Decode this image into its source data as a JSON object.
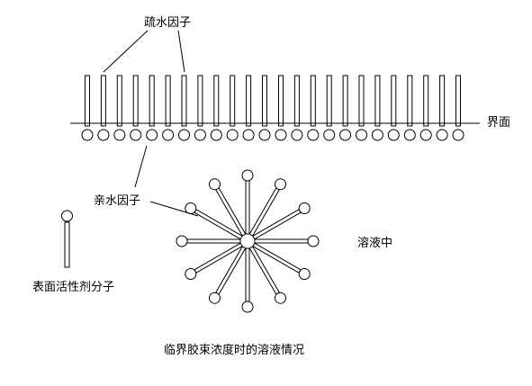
{
  "labels": {
    "hydrophobic_group": "疏水因子",
    "interface": "界面",
    "hydrophilic_group": "亲水因子",
    "surfactant_molecule": "表面活性剂分子",
    "in_solution": "溶液中",
    "caption": "临界胶束浓度时的溶液情况"
  },
  "interface_layer": {
    "molecule_count": 24
  },
  "micelle": {
    "molecule_count": 12
  },
  "colors": {
    "stroke": "#000000",
    "fill": "#ffffff"
  }
}
